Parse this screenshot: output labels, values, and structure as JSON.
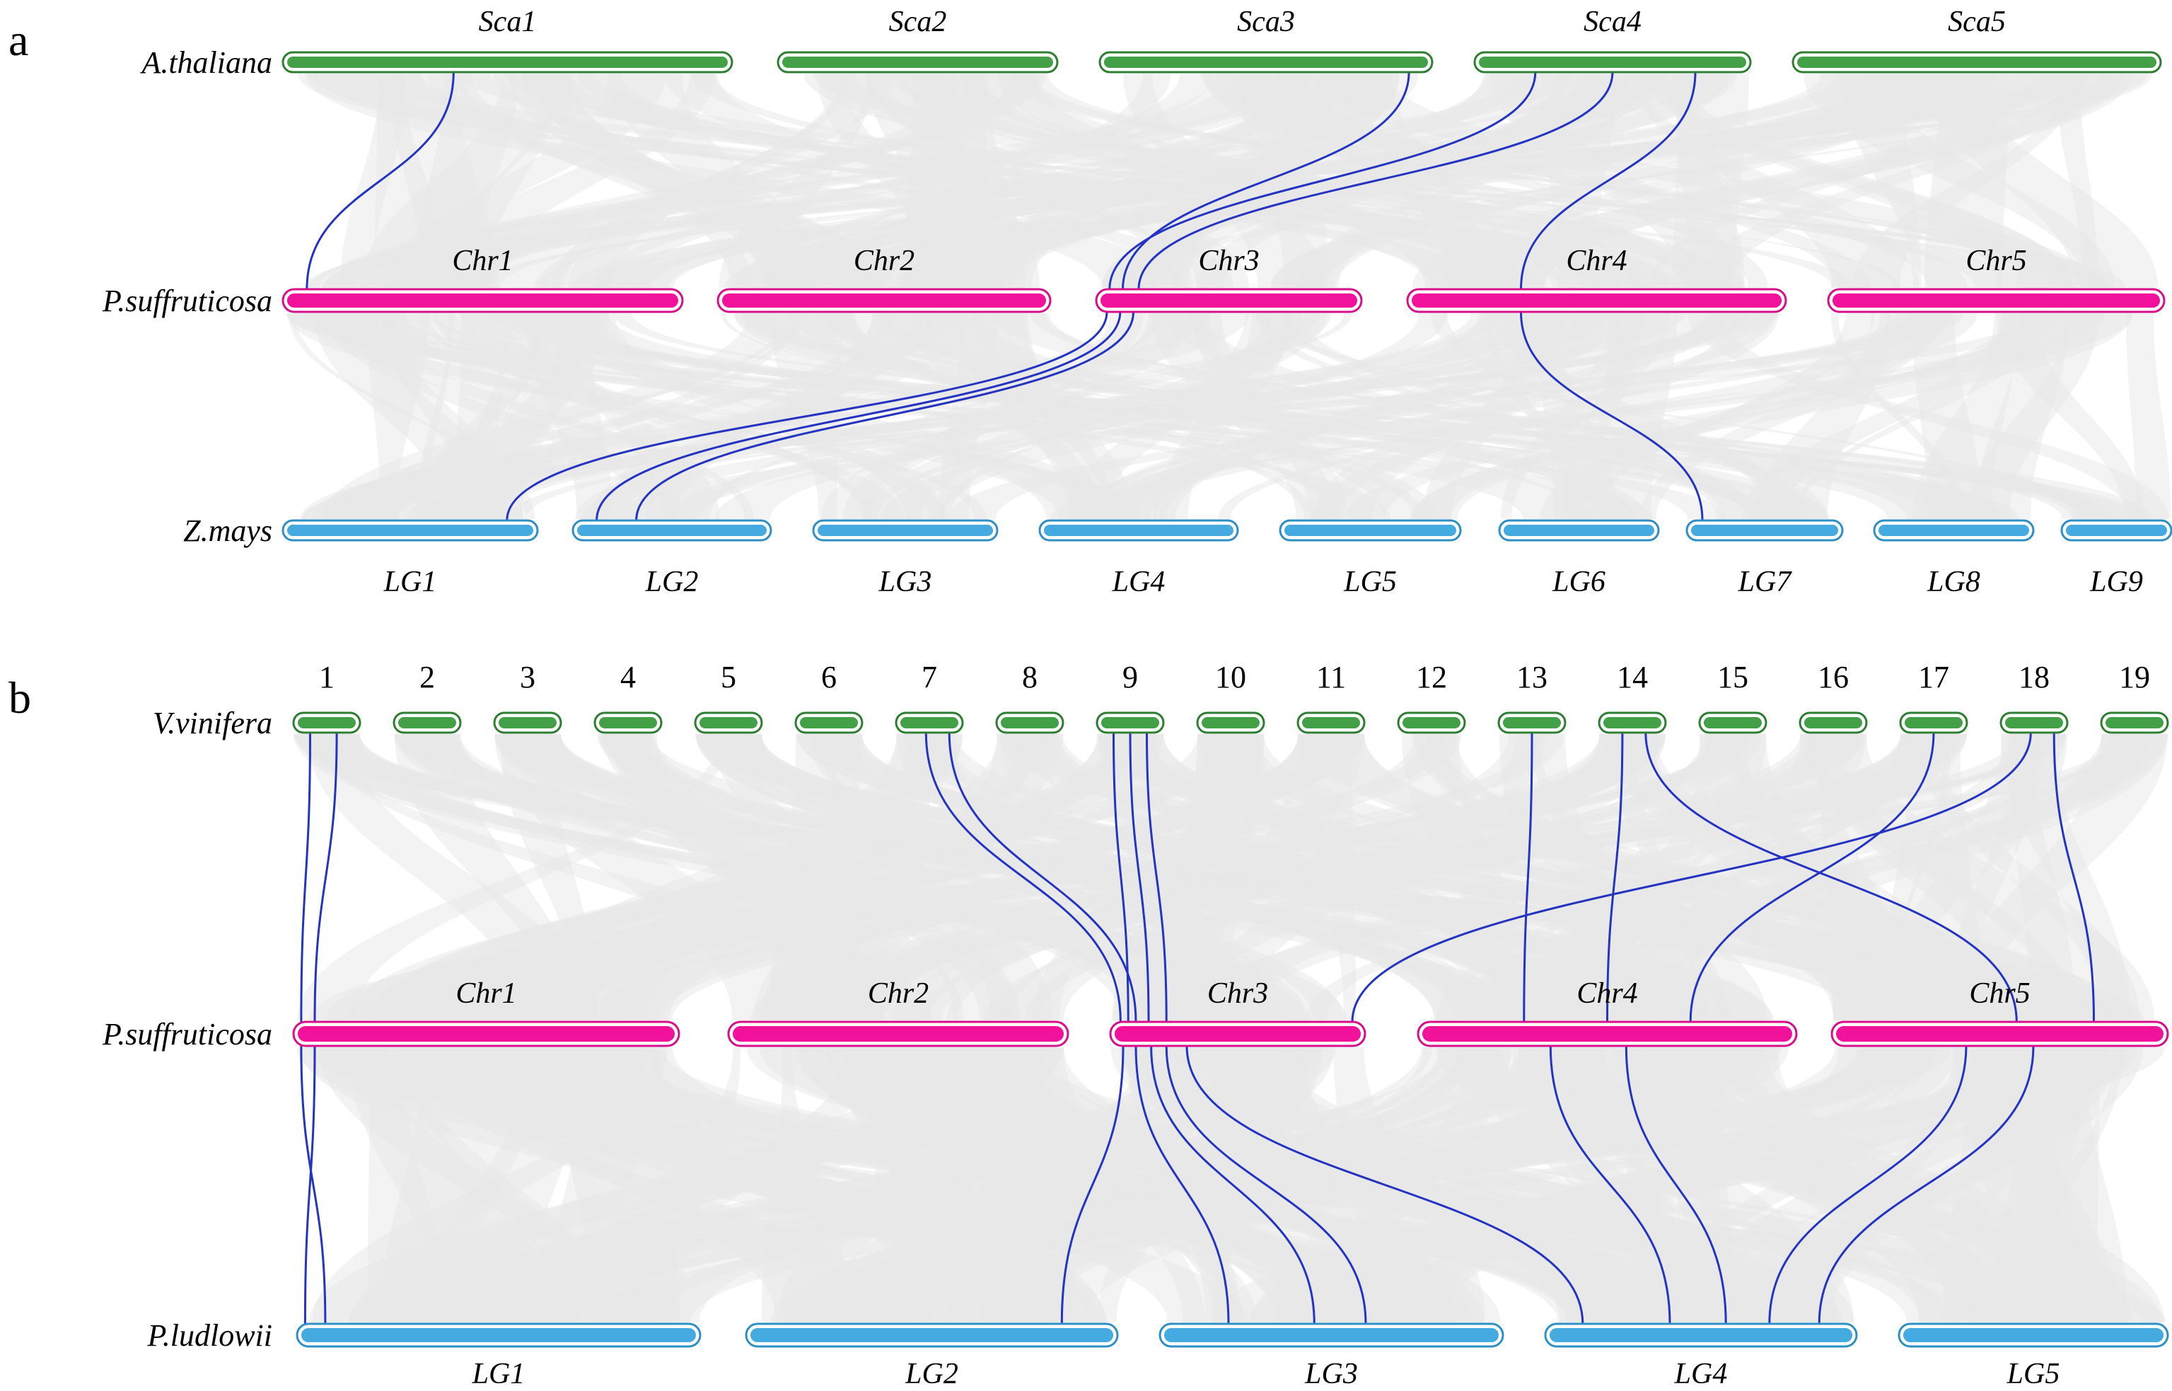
{
  "figure": {
    "colors": {
      "green_fill": "#43a047",
      "green_stroke": "#2e7d32",
      "magenta_fill": "#f2119b",
      "magenta_stroke": "#d60e88",
      "blue_fill": "#45aae0",
      "blue_stroke": "#2e8fc4",
      "ribbon": "#e7e7e7",
      "highlight_link": "#2433c0",
      "text": "#000000"
    },
    "panel_a": {
      "panel_label": "a",
      "rows": [
        {
          "species": "A.thaliana",
          "color_key": "green",
          "bars": [
            {
              "label": "Sca1"
            },
            {
              "label": "Sca2"
            },
            {
              "label": "Sca3"
            },
            {
              "label": "Sca4"
            },
            {
              "label": "Sca5"
            }
          ]
        },
        {
          "species": "P.suffruticosa",
          "color_key": "magenta",
          "bars": [
            {
              "label": "Chr1"
            },
            {
              "label": "Chr2"
            },
            {
              "label": "Chr3"
            },
            {
              "label": "Chr4"
            },
            {
              "label": "Chr5"
            }
          ]
        },
        {
          "species": "Z.mays",
          "color_key": "blue",
          "bars": [
            {
              "label": "LG1"
            },
            {
              "label": "LG2"
            },
            {
              "label": "LG3"
            },
            {
              "label": "LG4"
            },
            {
              "label": "LG5"
            },
            {
              "label": "LG6"
            },
            {
              "label": "LG7"
            },
            {
              "label": "LG8"
            },
            {
              "label": "LG9"
            }
          ]
        }
      ],
      "links": [
        {
          "from": {
            "row": 0,
            "bar": 0,
            "t": 0.38
          },
          "to": {
            "row": 1,
            "bar": 0,
            "t": 0.06
          }
        },
        {
          "from": {
            "row": 0,
            "bar": 2,
            "t": 0.93
          },
          "to": {
            "row": 1,
            "bar": 2,
            "t": 0.1
          }
        },
        {
          "from": {
            "row": 0,
            "bar": 3,
            "t": 0.22
          },
          "to": {
            "row": 1,
            "bar": 2,
            "t": 0.05
          }
        },
        {
          "from": {
            "row": 0,
            "bar": 3,
            "t": 0.5
          },
          "to": {
            "row": 1,
            "bar": 2,
            "t": 0.16
          }
        },
        {
          "from": {
            "row": 0,
            "bar": 3,
            "t": 0.8
          },
          "to": {
            "row": 1,
            "bar": 3,
            "t": 0.3
          }
        },
        {
          "from": {
            "row": 1,
            "bar": 2,
            "t": 0.04
          },
          "to": {
            "row": 2,
            "bar": 0,
            "t": 0.88
          }
        },
        {
          "from": {
            "row": 1,
            "bar": 2,
            "t": 0.09
          },
          "to": {
            "row": 2,
            "bar": 1,
            "t": 0.12
          }
        },
        {
          "from": {
            "row": 1,
            "bar": 2,
            "t": 0.14
          },
          "to": {
            "row": 2,
            "bar": 1,
            "t": 0.32
          }
        },
        {
          "from": {
            "row": 1,
            "bar": 3,
            "t": 0.3
          },
          "to": {
            "row": 2,
            "bar": 6,
            "t": 0.1
          }
        }
      ]
    },
    "panel_b": {
      "panel_label": "b",
      "rows": [
        {
          "species": "V.vinifera",
          "color_key": "green",
          "labels_italic": false,
          "bars": [
            {
              "label": "1"
            },
            {
              "label": "2"
            },
            {
              "label": "3"
            },
            {
              "label": "4"
            },
            {
              "label": "5"
            },
            {
              "label": "6"
            },
            {
              "label": "7"
            },
            {
              "label": "8"
            },
            {
              "label": "9"
            },
            {
              "label": "10"
            },
            {
              "label": "11"
            },
            {
              "label": "12"
            },
            {
              "label": "13"
            },
            {
              "label": "14"
            },
            {
              "label": "15"
            },
            {
              "label": "16"
            },
            {
              "label": "17"
            },
            {
              "label": "18"
            },
            {
              "label": "19"
            }
          ]
        },
        {
          "species": "P.suffruticosa",
          "color_key": "magenta",
          "bars": [
            {
              "label": "Chr1"
            },
            {
              "label": "Chr2"
            },
            {
              "label": "Chr3"
            },
            {
              "label": "Chr4"
            },
            {
              "label": "Chr5"
            }
          ]
        },
        {
          "species": "P.ludlowii",
          "color_key": "blue",
          "bars": [
            {
              "label": "LG1"
            },
            {
              "label": "LG2"
            },
            {
              "label": "LG3"
            },
            {
              "label": "LG4"
            },
            {
              "label": "LG5"
            }
          ]
        }
      ],
      "links": [
        {
          "from": {
            "row": 0,
            "bar": 0,
            "t": 0.25
          },
          "to": {
            "row": 1,
            "bar": 0,
            "t": 0.02
          }
        },
        {
          "from": {
            "row": 0,
            "bar": 0,
            "t": 0.65
          },
          "to": {
            "row": 1,
            "bar": 0,
            "t": 0.055
          }
        },
        {
          "from": {
            "row": 0,
            "bar": 6,
            "t": 0.45
          },
          "to": {
            "row": 1,
            "bar": 2,
            "t": 0.04
          }
        },
        {
          "from": {
            "row": 0,
            "bar": 6,
            "t": 0.8
          },
          "to": {
            "row": 1,
            "bar": 2,
            "t": 0.1
          }
        },
        {
          "from": {
            "row": 0,
            "bar": 8,
            "t": 0.25
          },
          "to": {
            "row": 1,
            "bar": 2,
            "t": 0.07
          }
        },
        {
          "from": {
            "row": 0,
            "bar": 8,
            "t": 0.5
          },
          "to": {
            "row": 1,
            "bar": 2,
            "t": 0.15
          }
        },
        {
          "from": {
            "row": 0,
            "bar": 8,
            "t": 0.75
          },
          "to": {
            "row": 1,
            "bar": 2,
            "t": 0.22
          }
        },
        {
          "from": {
            "row": 0,
            "bar": 12,
            "t": 0.5
          },
          "to": {
            "row": 1,
            "bar": 3,
            "t": 0.28
          }
        },
        {
          "from": {
            "row": 0,
            "bar": 13,
            "t": 0.35
          },
          "to": {
            "row": 1,
            "bar": 3,
            "t": 0.5
          }
        },
        {
          "from": {
            "row": 0,
            "bar": 13,
            "t": 0.7
          },
          "to": {
            "row": 1,
            "bar": 4,
            "t": 0.55
          }
        },
        {
          "from": {
            "row": 0,
            "bar": 16,
            "t": 0.5
          },
          "to": {
            "row": 1,
            "bar": 3,
            "t": 0.72
          }
        },
        {
          "from": {
            "row": 0,
            "bar": 17,
            "t": 0.45
          },
          "to": {
            "row": 1,
            "bar": 2,
            "t": 0.95
          }
        },
        {
          "from": {
            "row": 0,
            "bar": 17,
            "t": 0.8
          },
          "to": {
            "row": 1,
            "bar": 4,
            "t": 0.78
          }
        },
        {
          "from": {
            "row": 1,
            "bar": 0,
            "t": 0.02
          },
          "to": {
            "row": 2,
            "bar": 0,
            "t": 0.07
          }
        },
        {
          "from": {
            "row": 1,
            "bar": 0,
            "t": 0.055
          },
          "to": {
            "row": 2,
            "bar": 0,
            "t": 0.02
          }
        },
        {
          "from": {
            "row": 1,
            "bar": 2,
            "t": 0.05
          },
          "to": {
            "row": 2,
            "bar": 1,
            "t": 0.85
          }
        },
        {
          "from": {
            "row": 1,
            "bar": 2,
            "t": 0.1
          },
          "to": {
            "row": 2,
            "bar": 2,
            "t": 0.2
          }
        },
        {
          "from": {
            "row": 1,
            "bar": 2,
            "t": 0.16
          },
          "to": {
            "row": 2,
            "bar": 2,
            "t": 0.45
          }
        },
        {
          "from": {
            "row": 1,
            "bar": 2,
            "t": 0.22
          },
          "to": {
            "row": 2,
            "bar": 2,
            "t": 0.6
          }
        },
        {
          "from": {
            "row": 1,
            "bar": 2,
            "t": 0.3
          },
          "to": {
            "row": 2,
            "bar": 3,
            "t": 0.12
          }
        },
        {
          "from": {
            "row": 1,
            "bar": 3,
            "t": 0.35
          },
          "to": {
            "row": 2,
            "bar": 3,
            "t": 0.4
          }
        },
        {
          "from": {
            "row": 1,
            "bar": 3,
            "t": 0.55
          },
          "to": {
            "row": 2,
            "bar": 3,
            "t": 0.58
          }
        },
        {
          "from": {
            "row": 1,
            "bar": 4,
            "t": 0.4
          },
          "to": {
            "row": 2,
            "bar": 3,
            "t": 0.72
          }
        },
        {
          "from": {
            "row": 1,
            "bar": 4,
            "t": 0.6
          },
          "to": {
            "row": 2,
            "bar": 3,
            "t": 0.88
          }
        }
      ]
    }
  }
}
